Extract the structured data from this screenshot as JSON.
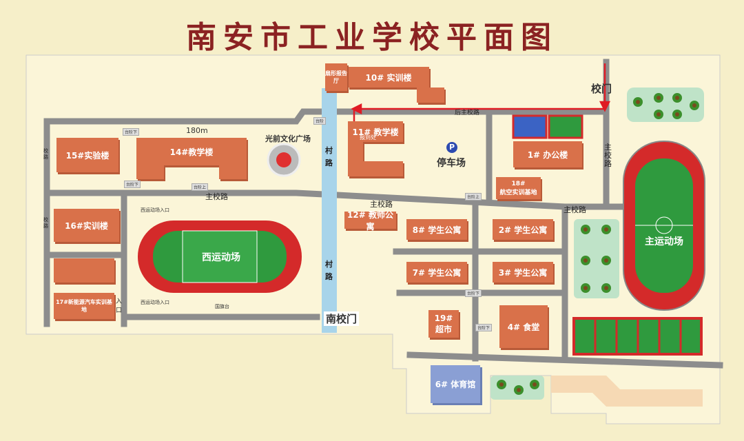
{
  "title": "南安市工业学校平面图",
  "colors": {
    "background": "#f6efc9",
    "road": "#8d8d8d",
    "building": "#d9714a",
    "track": "#d42a2a",
    "field": "#2f9a3e",
    "village_road": "#a8d4ea",
    "gym": "#8a9fd4",
    "route_arrow": "#e01b24",
    "title": "#8b2222"
  },
  "buildings": {
    "b10": "10# 实训楼",
    "lecture_hall": "扇形报告厅",
    "b11": "11# 教学楼",
    "b11_sub": "报到处",
    "b15": "15#实验楼",
    "b14": "14#教学楼",
    "b1": "1# 办公楼",
    "b18": "18#\n航空实训基地",
    "b16": "16#实训楼",
    "b12": "12# 教师公寓",
    "b8": "8# 学生公寓",
    "b2": "2# 学生公寓",
    "b7": "7# 学生公寓",
    "b3": "3# 学生公寓",
    "b17": "17#新能源汽车实训基地",
    "b19": "19#\n超市",
    "b4": "4# 食堂",
    "b6": "6# 体育馆"
  },
  "places": {
    "plaza": "光前文化广场",
    "parking": "停车场",
    "parking_icon": "P",
    "west_field": "西运动场",
    "main_field": "主运动场",
    "dimension": "180m",
    "west_field_entrance_1": "西运动场入口",
    "west_field_entrance_2": "西运动场入口",
    "flag_platform": "国旗台",
    "entrance_left": "入口"
  },
  "gates": {
    "school_gate": "校门",
    "south_gate": "南校门"
  },
  "roads": {
    "main_road_1": "主校路",
    "main_road_2": "主校路",
    "main_road_3": "主校路",
    "main_road_vertical": "主校路",
    "back_road": "后主校路",
    "village_road_1": "村路",
    "village_road_2": "村路",
    "west_road_1": "校路",
    "west_road_2": "校路"
  },
  "signs": [
    "台阶",
    "台阶下",
    "台阶上",
    "台阶下",
    "台阶上",
    "台阶下",
    "台阶下"
  ]
}
